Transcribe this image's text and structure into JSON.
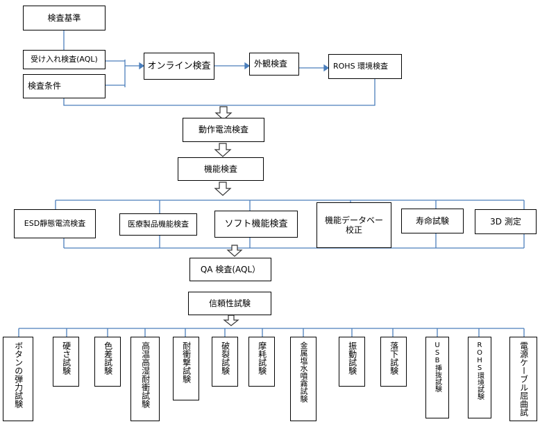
{
  "diagram": {
    "top": {
      "standard": "検査基準",
      "incoming": "受け入れ検査(AQL)",
      "conditions": "検査条件",
      "online": "オンライン検査",
      "appearance": "外観検査",
      "rohs": "ROHS 環境検査",
      "current": "動作電流検査",
      "function": "機能検査"
    },
    "functional_tests": [
      "ESD靜態電流検査",
      "医療製品機能検査",
      "ソフト機能検査",
      "機能データベー校正",
      "寿命試験",
      "3D 測定"
    ],
    "qa": "QA 検査(AQL）",
    "reliability": "信頼性試験",
    "reliability_tests": [
      "ボタンの弾力試験",
      "硬さ試験",
      "色差試験",
      "高温高湿耐衝試験",
      "耐衝撃試験",
      "破裂試験",
      "摩耗試験",
      "金属塩水噴霧試験",
      "振動試験",
      "落下試験",
      "USB挿抜試験",
      "ROHS環境試験",
      "電源ケーブル屈曲試"
    ]
  }
}
